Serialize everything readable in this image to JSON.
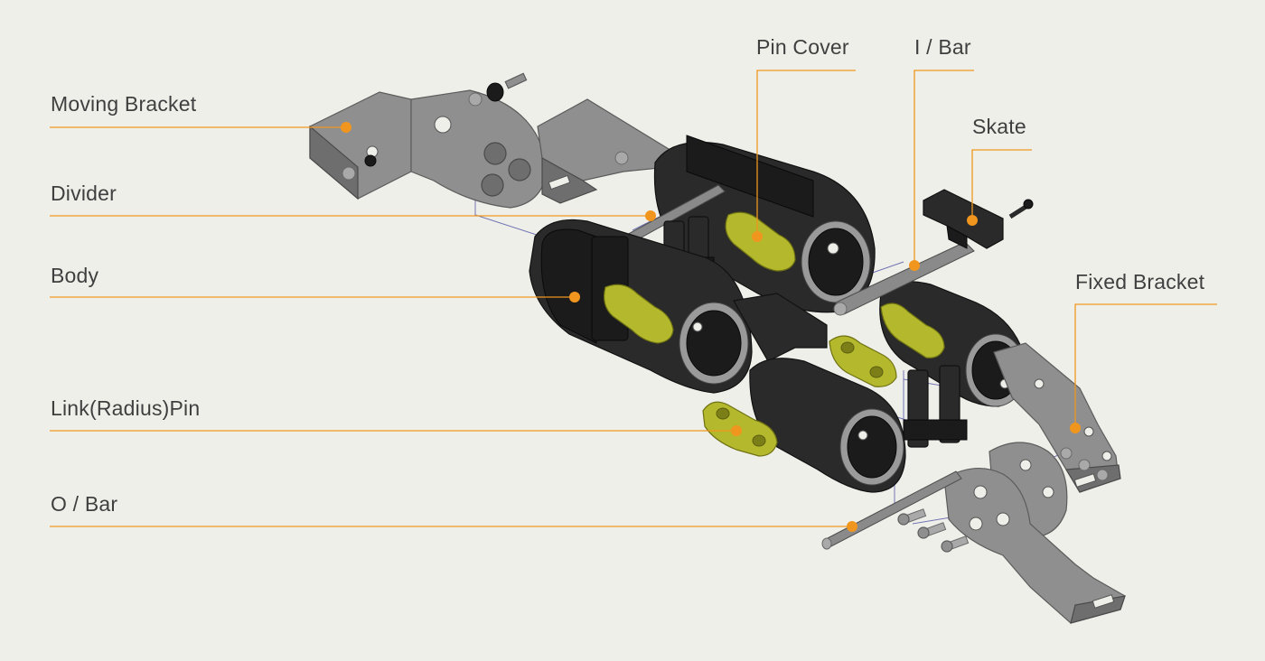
{
  "labels": {
    "moving_bracket": "Moving Bracket",
    "divider": "Divider",
    "body": "Body",
    "link_radius_pin": "Link(Radius)Pin",
    "o_bar": "O / Bar",
    "pin_cover": "Pin Cover",
    "i_bar": "I / Bar",
    "skate": "Skate",
    "fixed_bracket": "Fixed Bracket"
  },
  "colors": {
    "background": "#efefea",
    "leader": "#f0961e",
    "text": "#3f3f3f",
    "pin_cover": "#b4b82c",
    "body": "#2a2a2a",
    "bracket": "#8f8f8f"
  }
}
